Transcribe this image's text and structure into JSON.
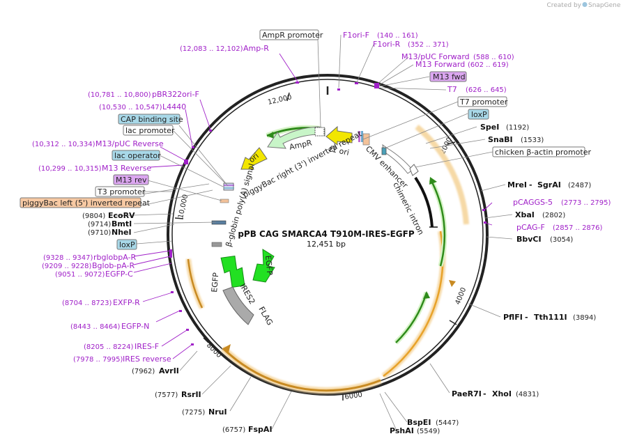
{
  "watermark": {
    "created_by": "Created by",
    "brand": "SnapGene"
  },
  "plasmid": {
    "name": "pPB CAG SMARCA4 T910M-IRES-EGFP",
    "length": "12,451 bp"
  },
  "ticks": [
    "2000",
    "4000",
    "6000",
    "8000",
    "10,000",
    "12,000"
  ],
  "sites_right": [
    {
      "name": "SpeI",
      "pos": "(1192)"
    },
    {
      "name": "SnaBI",
      "pos": "(1533)"
    },
    {
      "name": "MreI",
      "sep": " - ",
      "name2": "SgrAI",
      "pos": "(2487)"
    },
    {
      "name": "XbaI",
      "pos": "(2802)"
    },
    {
      "name": "BbvCI",
      "pos": "(3054)"
    },
    {
      "name": "PflFI",
      "sep": " - ",
      "name2": "Tth111I",
      "pos": "(3894)"
    },
    {
      "name": "PaeR7I",
      "sep": " - ",
      "name2": "XhoI",
      "pos": "(4831)"
    },
    {
      "name": "BspEI",
      "pos": "(5447)"
    },
    {
      "name": "PshAI",
      "pos": "(5549)"
    }
  ],
  "sites_left": [
    {
      "name": "FspAI",
      "pos": "(6757)"
    },
    {
      "name": "NruI",
      "pos": "(7275)"
    },
    {
      "name": "RsrII",
      "pos": "(7577)"
    },
    {
      "name": "AvrII",
      "pos": "(7962)"
    },
    {
      "name": "EcoRV",
      "pos": "(9804)"
    },
    {
      "name": "BmtI",
      "pos": "(9714)"
    },
    {
      "name": "NheI",
      "pos": "(9710)"
    }
  ],
  "primers": [
    {
      "name": "F1ori-F",
      "pos": "(140 .. 161)"
    },
    {
      "name": "F1ori-R",
      "pos": "(352 .. 371)"
    },
    {
      "name": "M13/pUC Forward",
      "pos": "(588 .. 610)"
    },
    {
      "name": "M13 Forward",
      "pos": "(602 .. 619)"
    },
    {
      "name": "T7",
      "pos": "(626 .. 645)"
    },
    {
      "name": "pCAGGS-5",
      "pos": "(2773 .. 2795)"
    },
    {
      "name": "pCAG-F",
      "pos": "(2857 .. 2876)"
    },
    {
      "name": "Amp-R",
      "pos": "(12,083 .. 12,102)"
    },
    {
      "name": "pBR322ori-F",
      "pos": "(10,781 .. 10,800)"
    },
    {
      "name": "L4440",
      "pos": "(10,530 .. 10,547)"
    },
    {
      "name": "M13/pUC Reverse",
      "pos": "(10,312 .. 10,334)"
    },
    {
      "name": "M13 Reverse",
      "pos": "(10,299 .. 10,315)"
    },
    {
      "name": "rbglobpA-R",
      "pos": "(9328 .. 9347)"
    },
    {
      "name": "Bglob-pA-R",
      "pos": "(9209 .. 9228)"
    },
    {
      "name": "EGFP-C",
      "pos": "(9051 .. 9072)"
    },
    {
      "name": "EXFP-R",
      "pos": "(8704 .. 8723)"
    },
    {
      "name": "EGFP-N",
      "pos": "(8443 .. 8464)"
    },
    {
      "name": "IRES-F",
      "pos": "(8205 .. 8224)"
    },
    {
      "name": "IRES reverse",
      "pos": "(7978 .. 7995)"
    }
  ],
  "boxed_features": [
    {
      "name": "AmpR promoter",
      "style": "white"
    },
    {
      "name": "M13 fwd",
      "style": "purple"
    },
    {
      "name": "T7 promoter",
      "style": "white"
    },
    {
      "name": "loxP",
      "style": "cyan"
    },
    {
      "name": "chicken β-actin promoter",
      "style": "white"
    },
    {
      "name": "CAP binding site",
      "style": "cyan"
    },
    {
      "name": "lac promoter",
      "style": "white"
    },
    {
      "name": "lac operator",
      "style": "cyan"
    },
    {
      "name": "M13 rev",
      "style": "purple"
    },
    {
      "name": "T3 promoter",
      "style": "white"
    },
    {
      "name": "piggyBac left (5') inverted repeat",
      "style": "orange"
    },
    {
      "name": "loxP",
      "style": "cyan"
    }
  ],
  "inner_features": [
    "f1 ori",
    "AmpR",
    "ori",
    "piggyBac right (3') inverted repeat",
    "β-globin poly(A) signal",
    "CMV enhancer",
    "chimeric intron",
    "EGFP",
    "IRES2",
    "FLAG",
    "EGFP"
  ],
  "colors": {
    "primer": "#a020c8",
    "egfp": "#22e022",
    "ampr": "#c8f5c8",
    "ori": "#f2e600",
    "orf": "#e8a22a",
    "backbone": "#222222"
  }
}
